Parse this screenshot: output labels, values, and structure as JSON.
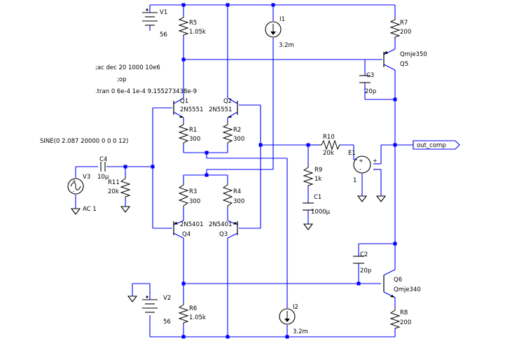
{
  "colors": {
    "wire": "#0000ff",
    "component": "#000000",
    "text": "#000000",
    "background": "#ffffff"
  },
  "directives": {
    "ac": ";ac dec 20 1000 10e6",
    "op": ";op",
    "tran": ".tran 0 6e-4 1e-4 9.155273438e-9",
    "source": "SINE(0 2.087 20000 0 0 0 12)"
  },
  "components": {
    "V1": {
      "name": "V1",
      "value": "56"
    },
    "V2": {
      "name": "V2",
      "value": "56"
    },
    "V3": {
      "name": "V3",
      "value": "AC 1"
    },
    "R1": {
      "name": "R1",
      "value": "300"
    },
    "R2": {
      "name": "R2",
      "value": "300"
    },
    "R3": {
      "name": "R3",
      "value": "300"
    },
    "R4": {
      "name": "R4",
      "value": "300"
    },
    "R5": {
      "name": "R5",
      "value": "1.05k"
    },
    "R6": {
      "name": "R6",
      "value": "1.05k"
    },
    "R7": {
      "name": "R7",
      "value": "200"
    },
    "R8": {
      "name": "R8",
      "value": "200"
    },
    "R9": {
      "name": "R9",
      "value": "1k"
    },
    "R10": {
      "name": "R10",
      "value": "20k"
    },
    "R11": {
      "name": "R11",
      "value": "20k"
    },
    "C1": {
      "name": "C1",
      "value": "1000µ"
    },
    "C2": {
      "name": "C2",
      "value": "20p"
    },
    "C3": {
      "name": "C3",
      "value": "20p"
    },
    "C4": {
      "name": "C4",
      "value": "10µ"
    },
    "I1": {
      "name": "I1",
      "value": "3.2m"
    },
    "I2": {
      "name": "I2",
      "value": "3.2m"
    },
    "E1": {
      "name": "E1",
      "value": "1"
    },
    "Q1": {
      "name": "Q1",
      "model": "2N5551"
    },
    "Q2": {
      "name": "Q2",
      "model": "2N5551"
    },
    "Q3": {
      "name": "Q3",
      "model": "2N5401"
    },
    "Q4": {
      "name": "Q4",
      "model": "2N5401"
    },
    "Q5": {
      "name": "Q5",
      "model": "Qmje350"
    },
    "Q6": {
      "name": "Q6",
      "model": "Qmje340"
    }
  },
  "output_label": "out_comp"
}
